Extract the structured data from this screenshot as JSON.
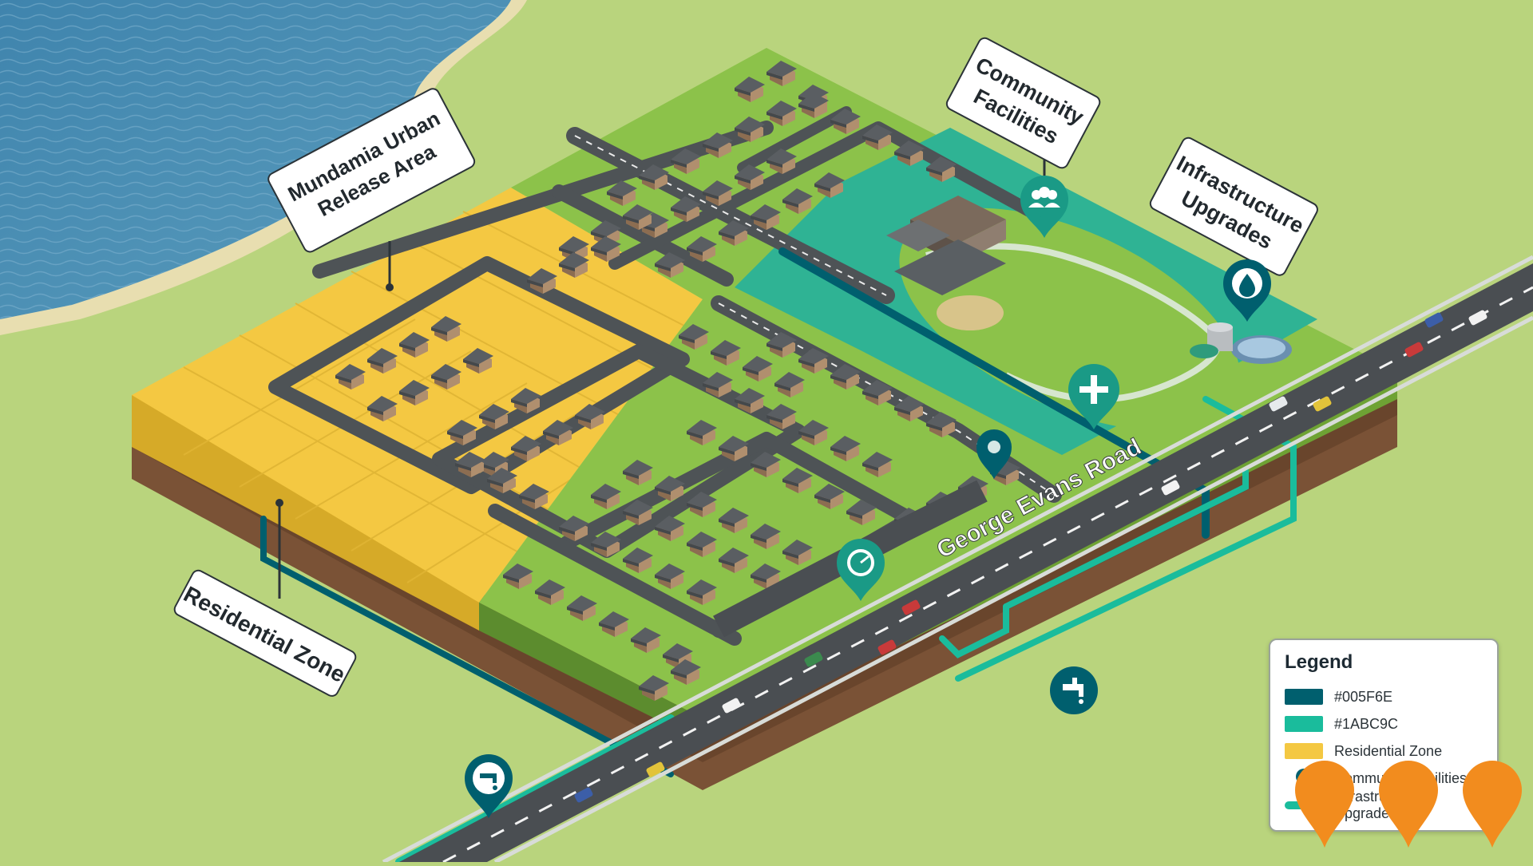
{
  "labels": {
    "release_area": "Mundamia Urban Release Area",
    "residential": "Residential Zone",
    "community": "Community Facilities",
    "infrastructure": "Infrastructure Upgrades",
    "road": "George Evans Road"
  },
  "legend": {
    "title": "Legend",
    "items": [
      {
        "label": "#005F6E",
        "color": "#005F6E",
        "kind": "swatch"
      },
      {
        "label": "#1ABC9C",
        "color": "#1ABC9C",
        "kind": "swatch"
      },
      {
        "label": "Residential Zone",
        "color": "#F4C842",
        "kind": "swatch"
      },
      {
        "label": "Community Facilities",
        "color": "#005F6E",
        "kind": "marker"
      },
      {
        "label": "Infrastructure Upgrades",
        "color": "#1ABC9C",
        "kind": "line"
      }
    ]
  },
  "colors": {
    "water": "#4f8fb2",
    "grass": "#b9d47d",
    "site_grass": "#8cc24a",
    "residential": "#F4C842",
    "dark_teal": "#005F6E",
    "teal": "#1ABC9C",
    "road": "#4a4e52",
    "soil": "#7a5236",
    "accent_marker": "#F28C1E"
  },
  "icons": {
    "community": "people-group-icon",
    "infrastructure": "water-drop-icon",
    "medical": "medical-cross-icon",
    "location": "location-pin-icon",
    "water_meter": "water-meter-icon",
    "tap": "water-tap-icon"
  }
}
